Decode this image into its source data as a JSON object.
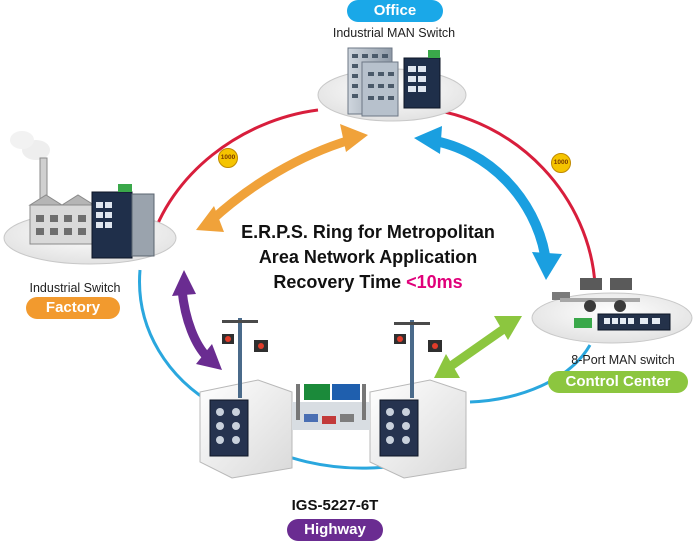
{
  "title": {
    "line1": "E.R.P.S. Ring for Metropolitan",
    "line2": "Area Network Application",
    "line3_prefix": "Recovery Time ",
    "line3_highlight": "<10ms"
  },
  "nodes": {
    "office": {
      "tag": "Office",
      "device": "Industrial MAN Switch",
      "tag_color": "#1aa8e8"
    },
    "factory": {
      "tag": "Factory",
      "device": "Industrial Switch",
      "tag_color": "#f29a2e"
    },
    "control_center": {
      "tag": "Control Center",
      "device": "8-Port MAN switch",
      "tag_color": "#8cc63f"
    },
    "highway": {
      "tag": "Highway",
      "device": "IGS-5227-6T",
      "tag_color": "#6a2c91"
    }
  },
  "link_badges": [
    "1000",
    "1000"
  ],
  "colors": {
    "ring_red": "#d81e3c",
    "ring_blue": "#2aa7de",
    "arrow_orange": "#f0a23a",
    "arrow_blue": "#1a9fe0",
    "arrow_purple": "#6a2c91",
    "arrow_green": "#8cc63f",
    "title_highlight": "#e0007a"
  }
}
